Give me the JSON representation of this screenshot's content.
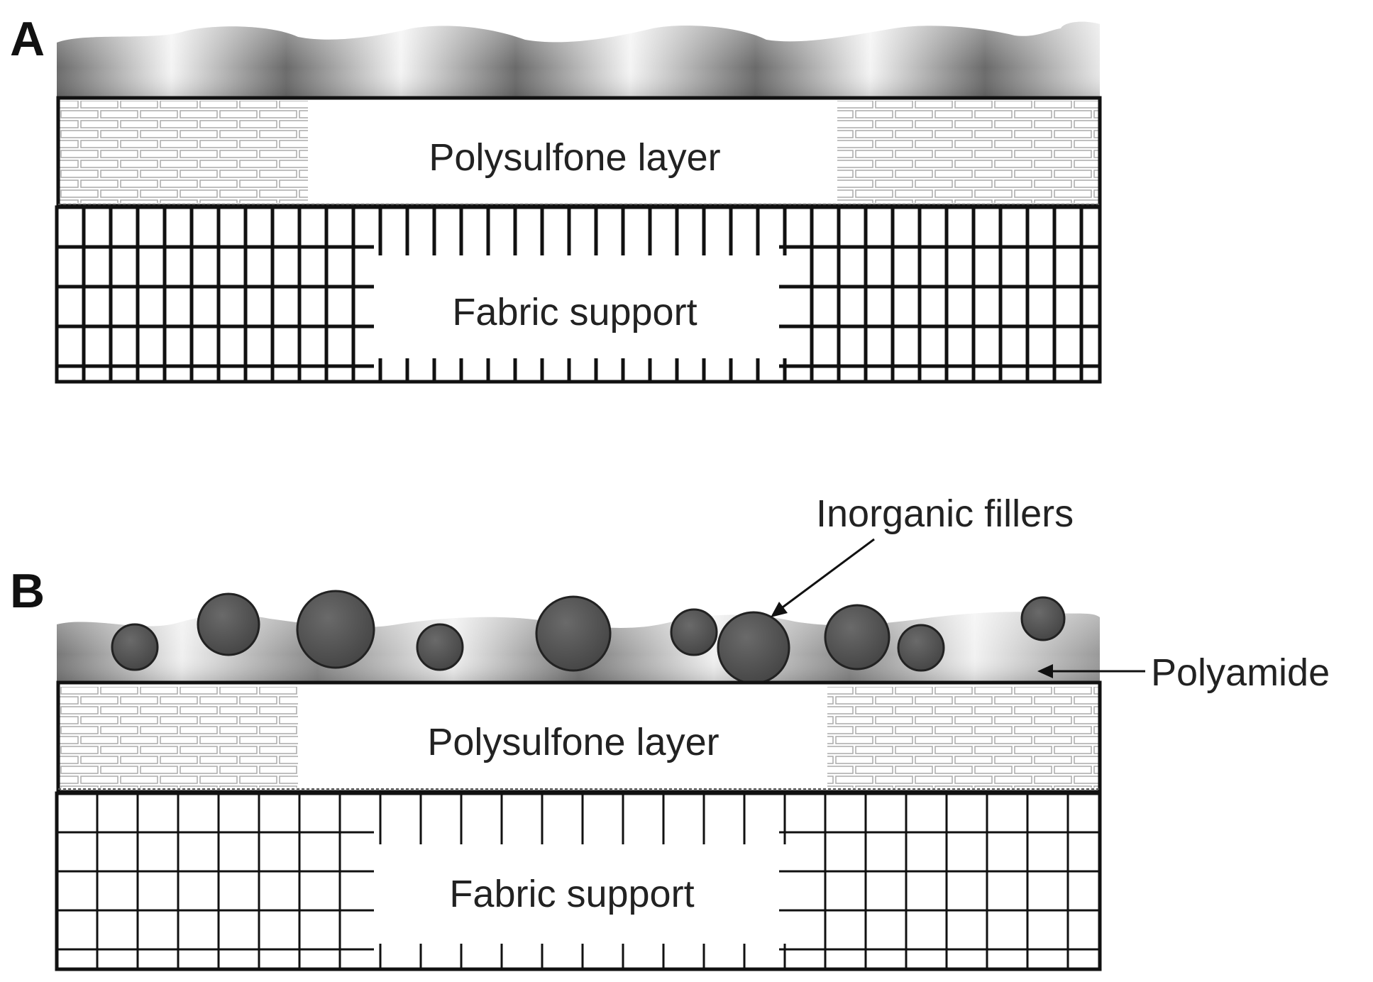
{
  "panels": [
    {
      "letter": "A",
      "layers": {
        "top": "Polysulfone layer",
        "bottom": "Fabric support"
      }
    },
    {
      "letter": "B",
      "layers": {
        "top": "Polysulfone layer",
        "bottom": "Fabric support"
      },
      "callouts": {
        "fillers": "Inorganic fillers",
        "polyamide": "Polyamide"
      }
    }
  ],
  "colors": {
    "outline": "#111111",
    "filler": "#555555",
    "polyamide_dark": "#666666",
    "polyamide_light": "#f2f2f2"
  }
}
